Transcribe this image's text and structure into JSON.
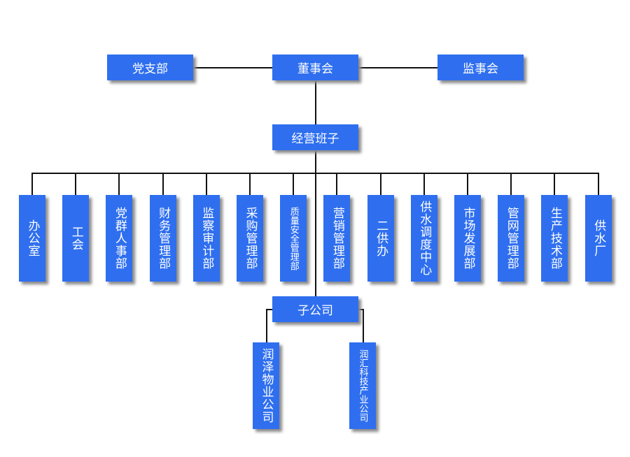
{
  "top": {
    "party_branch": "党支部",
    "board": "董事会",
    "supervisors": "监事会"
  },
  "management": "经营班子",
  "departments": [
    "办公室",
    "工会",
    "党群人事部",
    "财务管理部",
    "监察审计部",
    "采购管理部",
    "质量安全管理部",
    "营销管理部",
    "二供办",
    "供水调度中心",
    "市场发展部",
    "管网管理部",
    "生产技术部",
    "供水厂"
  ],
  "subsidiary": {
    "label": "子公司",
    "children": [
      "润泽物业公司",
      "润汇科技产业公司"
    ]
  },
  "colors": {
    "box": "#2f6fef",
    "line": "#111111"
  }
}
